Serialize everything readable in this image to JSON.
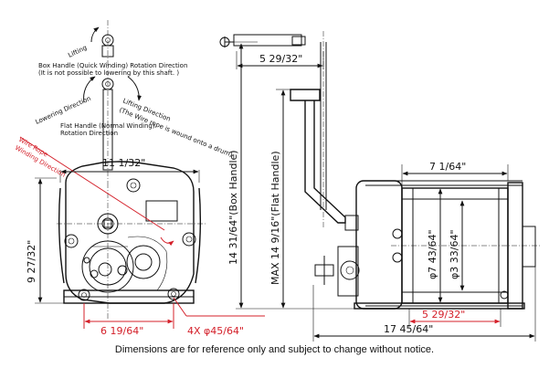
{
  "labels": {
    "lifting_top": "Lifting",
    "box_handle_note_1": "Box Handle (Quick Winding) Rotation Direction",
    "box_handle_note_2": "(It is not possible to lowering by this shaft. )",
    "lowering": "Lowering Direction",
    "lifting_mid_1": "Lifting Direction",
    "lifting_mid_2": "(The Wire rope is wound onto a drum)",
    "flat_handle_1": "Flat Handle (Normal Winding)",
    "flat_handle_2": "Rotation Direction",
    "wire_rope_1": "Wire Rope",
    "wire_rope_2": "Winding Direction"
  },
  "dimensions": {
    "width_top": "11  1/32\"",
    "height_left": "9  27/32\"",
    "bottom_mount": "6  19/64\"",
    "holes": "4X φ45/64\"",
    "handle_reach": "5  29/32\"",
    "box_handle_height": "14  31/64\"(Box  Handle)",
    "flat_handle_height": "MAX 14  9/16\"(Flat  Handle)",
    "drum_length": "7  1/64\"",
    "drum_dia_1": "φ7  43/64\"",
    "drum_dia_2": "φ3  33/64\"",
    "base_depth": "5  29/32\"",
    "overall_length": "17  45/64\""
  },
  "caption": "Dimensions are for reference only and subject to change without notice.",
  "colors": {
    "accent": "#d4202a",
    "line": "#111111"
  }
}
